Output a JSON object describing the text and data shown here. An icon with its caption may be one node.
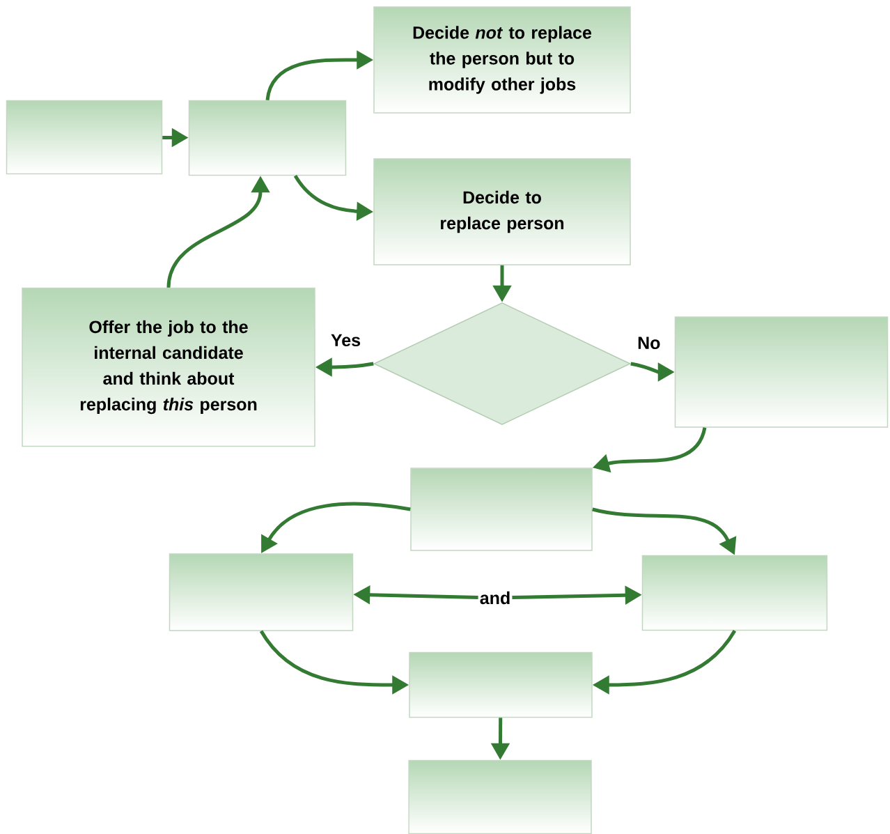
{
  "diagram": {
    "nodes": [
      {
        "text": [],
        "shape": "box"
      },
      {
        "text": [],
        "shape": "box"
      },
      {
        "text": [
          "Decide *not* to replace the person but to modify other jobs"
        ]
      },
      {
        "text": [
          "Decide to replace person"
        ]
      },
      {
        "text": [
          "Offer the job to the internal candidate and think about replacing *this* person"
        ]
      },
      {
        "text": [],
        "shape": "diamond"
      },
      {
        "text": [],
        "shape": "box"
      },
      {
        "text": [],
        "shape": "box"
      },
      {
        "text": [],
        "shape": "box"
      },
      {
        "text": [
          "and"
        ]
      },
      {
        "text": [],
        "shape": "box"
      },
      {
        "text": [],
        "shape": "box"
      },
      {
        "text": [],
        "shape": "box"
      }
    ],
    "edges": [
      {
        "from": 0,
        "to": 1,
        "arrow": "to"
      },
      {
        "from": 1,
        "to": 2,
        "arrow": "to"
      },
      {
        "from": 1,
        "to": 3,
        "arrow": "to"
      },
      {
        "from": 4,
        "to": 1,
        "arrow": "to"
      },
      {
        "from": 3,
        "to": 5,
        "arrow": "to"
      },
      {
        "from": 5,
        "to": 4,
        "arrow": "to",
        "label": "Yes"
      },
      {
        "from": 5,
        "to": 6,
        "arrow": "to",
        "label": "No"
      },
      {
        "from": 6,
        "to": 7,
        "arrow": "to"
      },
      {
        "from": 7,
        "to": 8,
        "arrow": "to"
      },
      {
        "from": 7,
        "to": 10,
        "arrow": "to"
      },
      {
        "from": 9,
        "to": 8,
        "arrow": "to"
      },
      {
        "from": 9,
        "to": 10,
        "arrow": "to"
      },
      {
        "from": 8,
        "to": 11,
        "arrow": "to"
      },
      {
        "from": 10,
        "to": 11,
        "arrow": "to"
      },
      {
        "from": 11,
        "to": 12,
        "arrow": "to"
      }
    ]
  }
}
